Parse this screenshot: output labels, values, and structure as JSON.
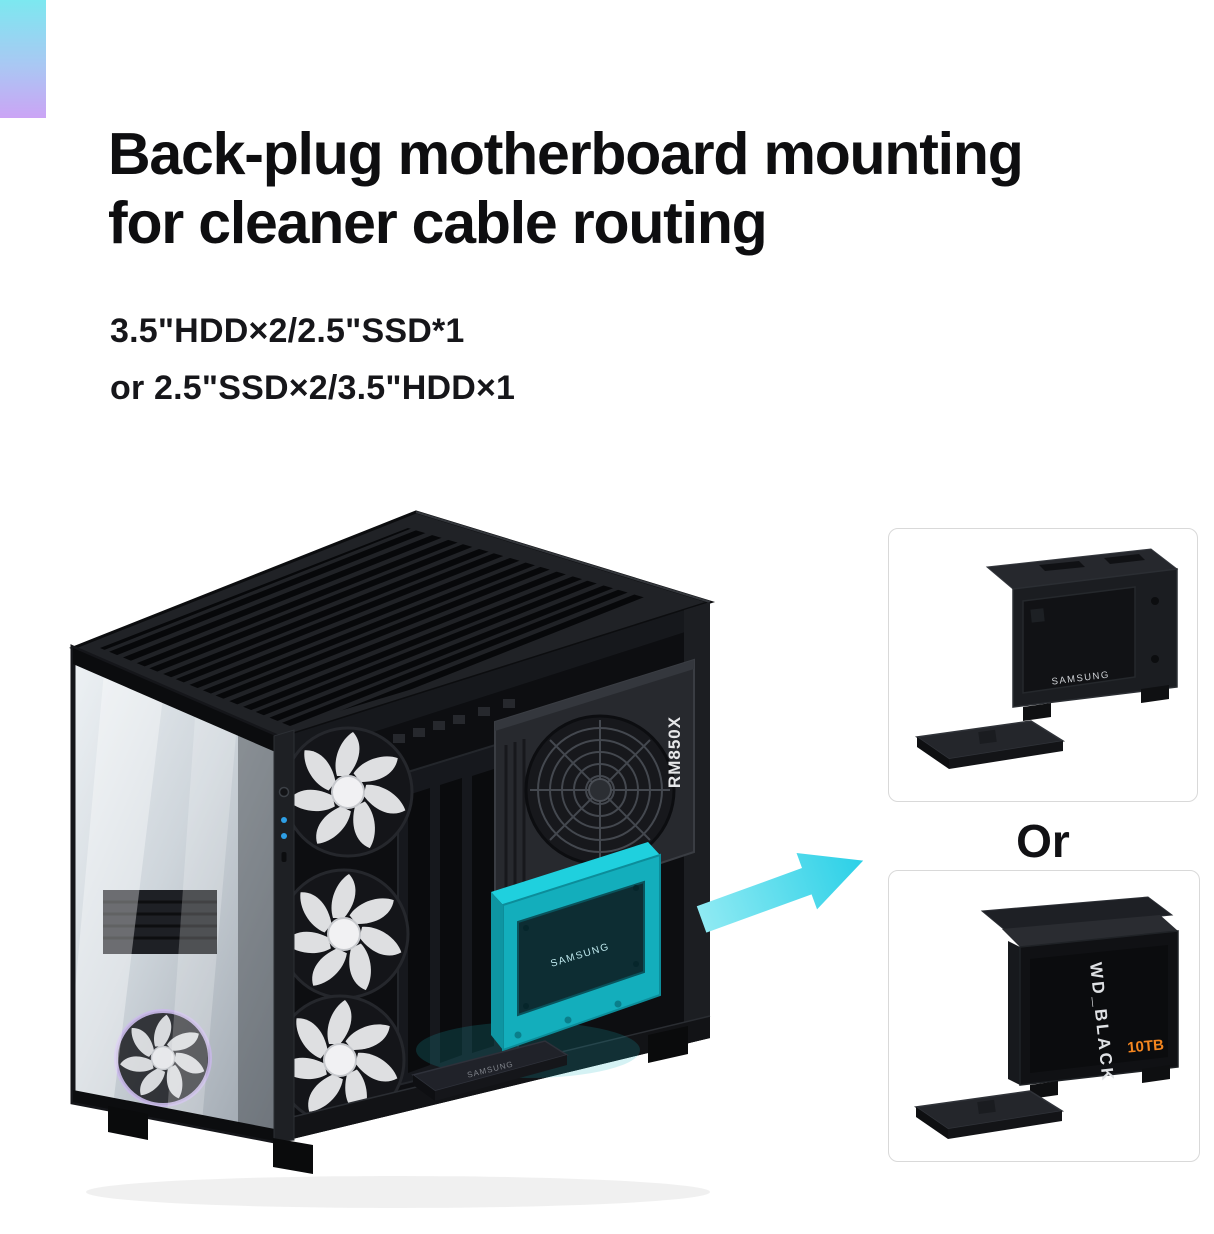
{
  "page": {
    "background": "#ffffff"
  },
  "badge": {
    "gradient_top": "#7ce8f0",
    "gradient_bottom": "#cba4f5"
  },
  "heading": {
    "line1": "Back-plug motherboard mounting",
    "line2": "for cleaner cable routing",
    "color": "#0e0e10"
  },
  "specs": {
    "line1": "3.5\"HDD×2/2.5\"SSD*1",
    "line2": "or 2.5\"SSD×2/3.5\"HDD×1"
  },
  "divider_label": "Or",
  "arrow": {
    "color_start": "#8feaf3",
    "color_end": "#2bd0e7"
  },
  "case_photo": {
    "psu_label": "RM850X",
    "bracket_ssd_label": "SAMSUNG",
    "floor_ssd_label": "SAMSUNG",
    "accent_teal": "#14b3c3"
  },
  "options": {
    "option1": {
      "ssd_label": "SAMSUNG"
    },
    "option2": {
      "hdd_label": "WD_BLACK",
      "hdd_capacity": "10TB"
    }
  }
}
